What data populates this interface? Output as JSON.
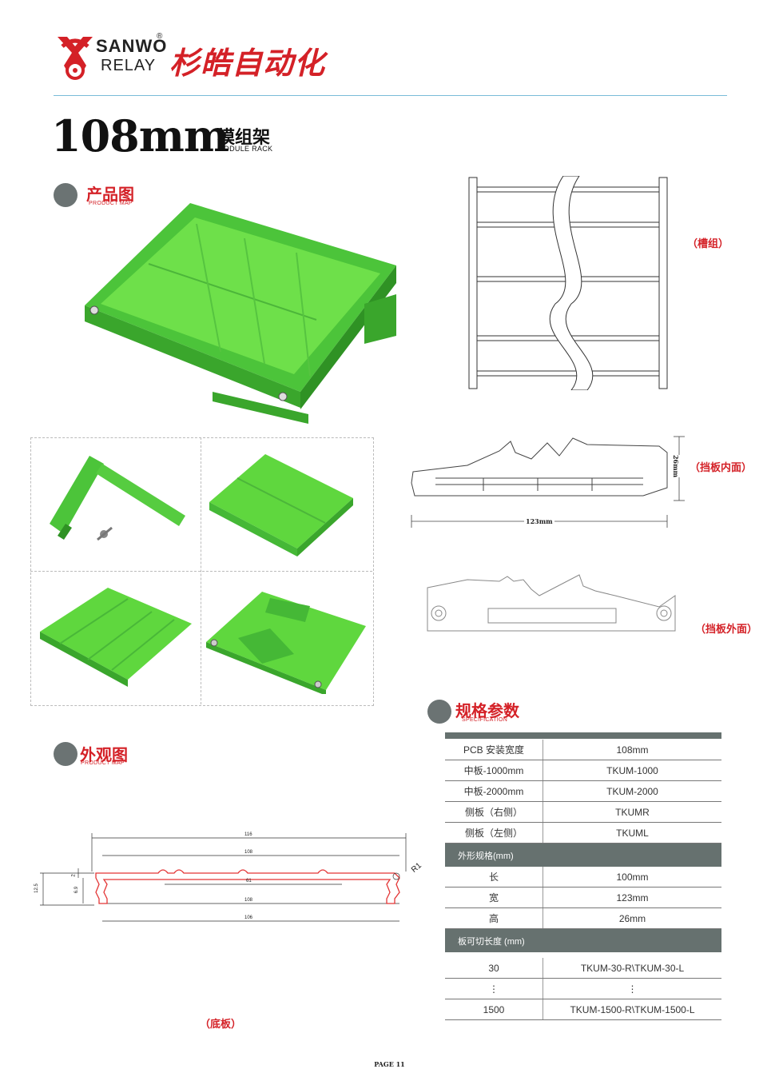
{
  "brand": {
    "name_en": "SANWO",
    "reg": "®",
    "sub_en": "RELAY",
    "name_cn": "杉皓自动化",
    "colors": {
      "red": "#d42127",
      "dark": "#222222",
      "line": "#79bcd8",
      "green": "#5fd73e",
      "gray": "#66716f"
    }
  },
  "title": {
    "size": "108mm",
    "cn": "模组架",
    "en": "MODULE RACK"
  },
  "sections": {
    "product_map": {
      "cn": "产品图",
      "en": "PRODUCT MAP"
    },
    "appearance": {
      "cn": "外观图",
      "en": "PRODUCT MAP"
    },
    "spec": {
      "cn": "规格参数",
      "en": "SPECIFICATION"
    }
  },
  "labels": {
    "groove": "（槽组）",
    "inner": "（挡板内面）",
    "outer": "（挡板外面）",
    "base": "（底板）"
  },
  "drawing_dims": {
    "side_height": "26mm",
    "side_width": "123mm",
    "base_116": "116",
    "base_108a": "108",
    "base_61": "61",
    "base_108b": "108",
    "base_106": "106",
    "base_12_5": "12.5",
    "base_2": "2",
    "base_6_9": "6.9",
    "base_r1": "R1"
  },
  "spec_rows": [
    {
      "label": "PCB 安装宽度",
      "value": "108mm"
    },
    {
      "label": "中板-1000mm",
      "value": "TKUM-1000"
    },
    {
      "label": "中板-2000mm",
      "value": "TKUM-2000"
    },
    {
      "label": "侧板（右侧）",
      "value": "TKUMR"
    },
    {
      "label": "侧板（左侧）",
      "value": "TKUML"
    }
  ],
  "spec_dim_header": "外形规格(mm)",
  "spec_dim_rows": [
    {
      "label": "长",
      "value": "100mm"
    },
    {
      "label": "宽",
      "value": "123mm"
    },
    {
      "label": "高",
      "value": "26mm"
    }
  ],
  "spec_cut_header": "板可切长度 (mm)",
  "spec_cut_rows": [
    {
      "label": "30",
      "value": "TKUM-30-R\\TKUM-30-L"
    },
    {
      "label": "⋮",
      "value": "⋮"
    },
    {
      "label": "1500",
      "value": "TKUM-1500-R\\TKUM-1500-L"
    }
  ],
  "page": "PAGE 11"
}
